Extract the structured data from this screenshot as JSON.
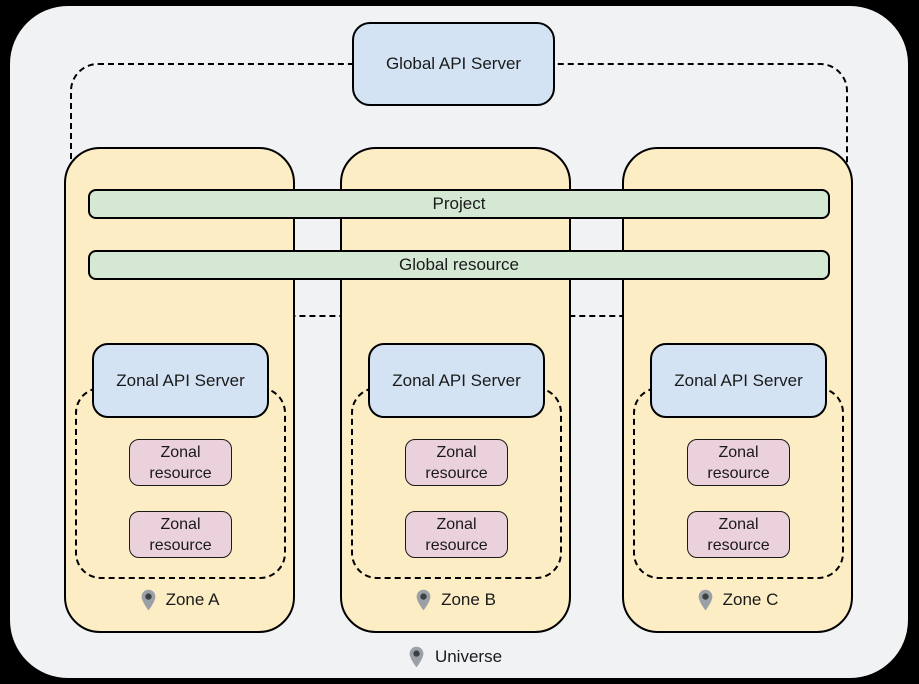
{
  "diagram": {
    "global_api_server_label": "Global API Server",
    "shared_bars": {
      "project": "Project",
      "global_resource": "Global resource"
    },
    "zones": [
      {
        "label": "Zone A",
        "api_server_label": "Zonal API Server",
        "resources": [
          "Zonal resource",
          "Zonal resource"
        ]
      },
      {
        "label": "Zone B",
        "api_server_label": "Zonal API Server",
        "resources": [
          "Zonal resource",
          "Zonal resource"
        ]
      },
      {
        "label": "Zone C",
        "api_server_label": "Zonal API Server",
        "resources": [
          "Zonal resource",
          "Zonal resource"
        ]
      }
    ],
    "universe_label": "Universe",
    "colors": {
      "canvas_background": "#000000",
      "universe_fill": "#f1f2f3",
      "zone_fill": "#fcedc5",
      "api_server_fill": "#d3e3f4",
      "shared_bar_fill": "#d5e8d4",
      "zonal_resource_fill": "#ead1dc",
      "outline": "#000000",
      "pin_gray": "#9aa0a6",
      "pin_dot": "#3c4043"
    }
  }
}
